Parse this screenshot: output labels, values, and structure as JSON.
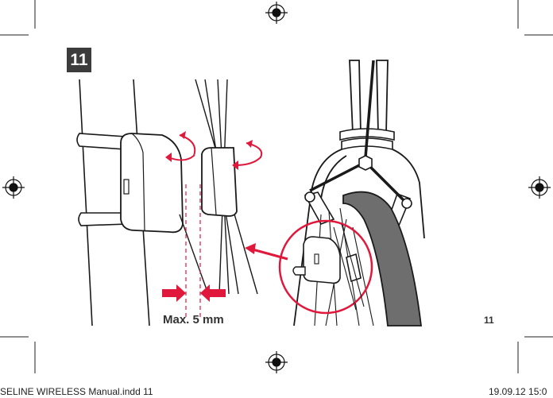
{
  "step": {
    "number": "11"
  },
  "annotation": {
    "max_gap": "Max. 5 mm"
  },
  "page": {
    "number": "11"
  },
  "print_slug": {
    "file": "SELINE WIRELESS Manual.indd   11",
    "datetime": "19.09.12   15:0"
  },
  "colors": {
    "accent": "#e0193c",
    "ink": "#1a1a1a",
    "tire": "#6e6e6e",
    "badge": "#3c3c3c"
  }
}
